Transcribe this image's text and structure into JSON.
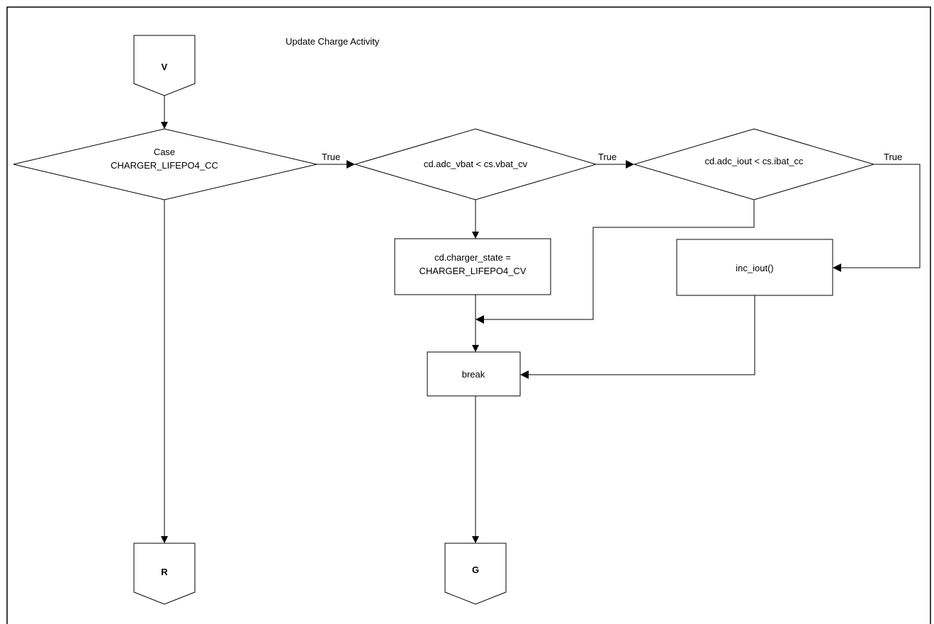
{
  "diagram": {
    "title": "Update Charge Activity",
    "connectors": {
      "top": "V",
      "bottom_left": "R",
      "bottom_mid": "G"
    },
    "decisions": {
      "case": [
        "Case",
        "CHARGER_LIFEPO4_CC"
      ],
      "vbat_check": "cd.adc_vbat < cs.vbat_cv",
      "iout_check": "cd.adc_iout < cs.ibat_cc"
    },
    "processes": {
      "set_state": [
        "cd.charger_state =",
        "CHARGER_LIFEPO4_CV"
      ],
      "inc_iout": "inc_iout()",
      "break": "break"
    },
    "edge_labels": {
      "case_true": "True",
      "vbat_true": "True",
      "iout_true": "True"
    }
  }
}
